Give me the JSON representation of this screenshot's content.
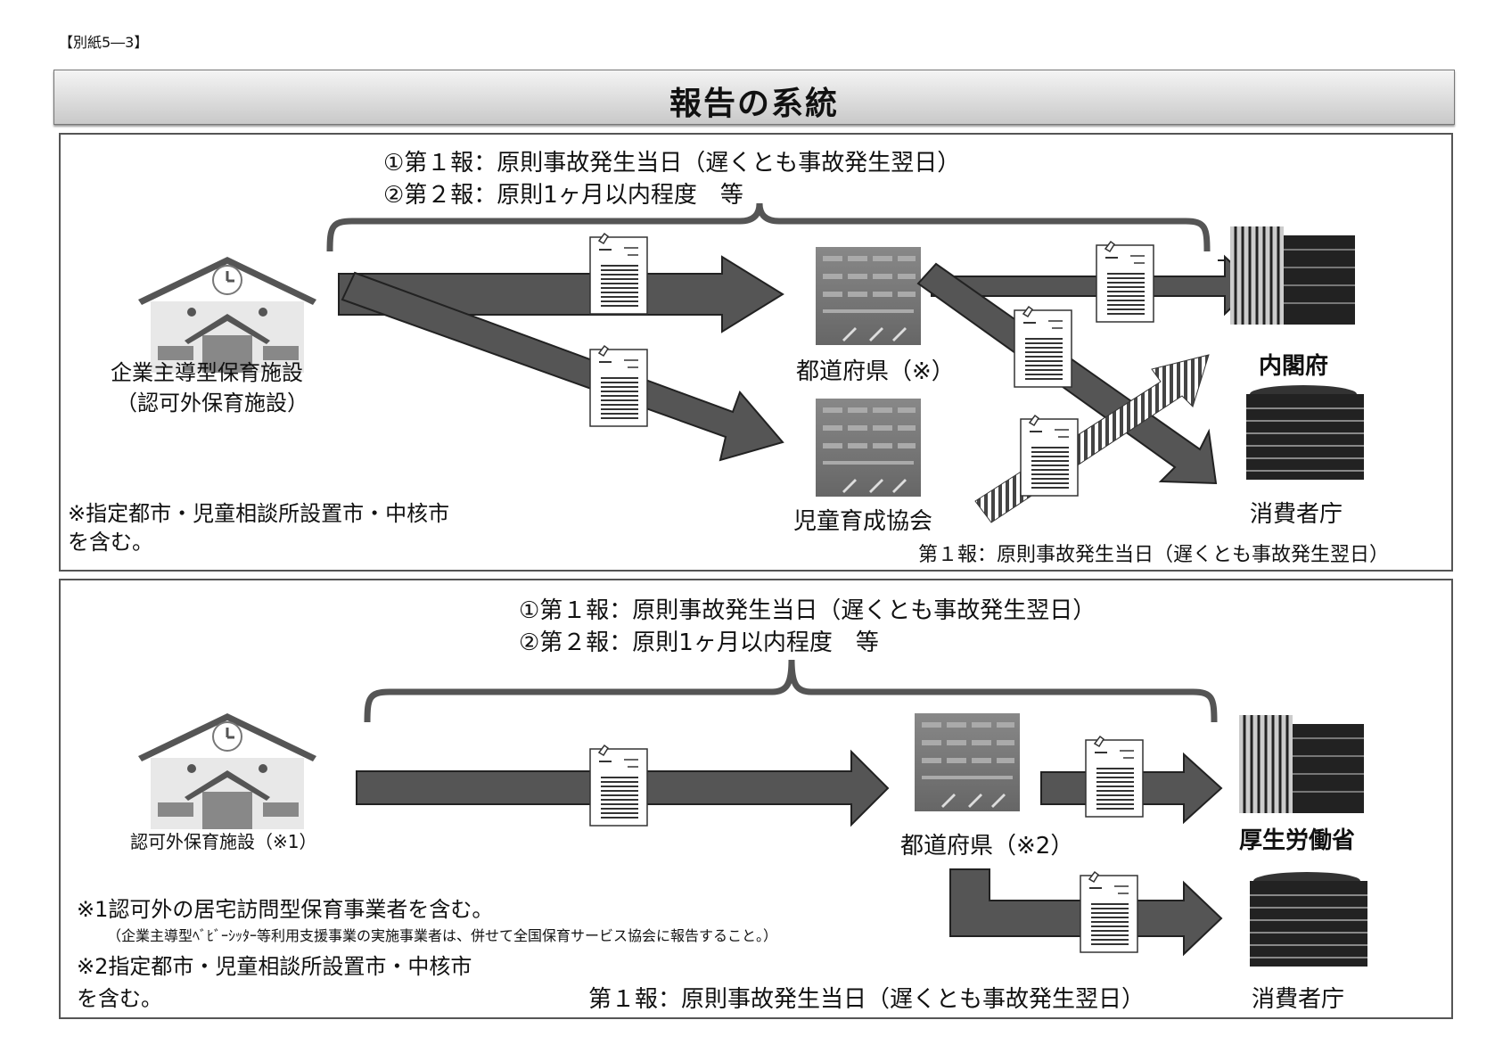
{
  "attachment_label": "【別紙5―3】",
  "title": "報告の系統",
  "panel1": {
    "timing_line1": "①第１報：原則事故発生当日（遅くとも事故発生翌日）",
    "timing_line2": "②第２報：原則1ヶ月以内程度　等",
    "source_label_1": "企業主導型保育施設",
    "source_label_2": "（認可外保育施設）",
    "mid_top_label": "都道府県（※）",
    "mid_bottom_label": "児童育成協会",
    "dest_top_label": "内閣府",
    "dest_bottom_label": "消費者庁",
    "note_1": "※指定都市・児童相談所設置市・中核市",
    "note_2": "を含む。",
    "bottom_timing": "第１報：原則事故発生当日（遅くとも事故発生翌日）"
  },
  "panel2": {
    "timing_line1": "①第１報：原則事故発生当日（遅くとも事故発生翌日）",
    "timing_line2": "②第２報：原則1ヶ月以内程度　等",
    "source_label": "認可外保育施設（※1）",
    "mid_label": "都道府県（※2）",
    "dest_top_label": "厚生労働省",
    "dest_bottom_label": "消費者庁",
    "note_1": "※1認可外の居宅訪問型保育事業者を含む。",
    "note_1_sub": "（企業主導型ﾍﾞﾋﾞｰｼｯﾀｰ等利用支援事業の実施事業者は、併せて全国保育サービス協会に報告すること。）",
    "note_2": "※2指定都市・児童相談所設置市・中核市",
    "note_3": "を含む。",
    "bottom_timing": "第１報：原則事故発生当日（遅くとも事故発生翌日）"
  }
}
